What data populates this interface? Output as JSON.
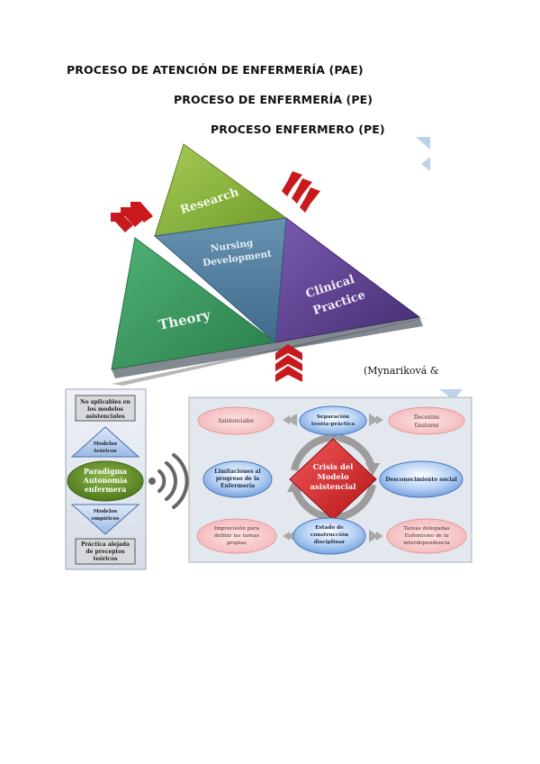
{
  "headings": {
    "pae": "PROCESO DE ATENCIÓN DE ENFERMERÍA (PAE)",
    "pe_enfermeria": "PROCESO DE ENFERMERÍA (PE)",
    "pe_enfermero": "PROCESO ENFERMERO (PE)"
  },
  "triangle": {
    "research": "Research",
    "nursing_development_line1": "Nursing",
    "nursing_development_line2": "Development",
    "clinical_practice_line1": "Clinical",
    "clinical_practice_line2": "Practice",
    "theory": "Theory",
    "colors": {
      "research": "#8dbb3a",
      "center": "#4c7898",
      "clinical": "#5b3f8c",
      "theory": "#3d9a63",
      "chevron": "#c8191d"
    }
  },
  "citation": "(Mynariková &",
  "left_panel": {
    "top_box_line1": "No aplicables en",
    "top_box_line2": "los modelos",
    "top_box_line3": "asistenciales",
    "up_triangle_line1": "Modelos",
    "up_triangle_line2": "teóricos",
    "center_line1": "Paradigma",
    "center_line2": "Autonomía",
    "center_line3": "enfermera",
    "down_triangle_line1": "Modelos",
    "down_triangle_line2": "empíricos",
    "bottom_box_line1": "Práctica alejada",
    "bottom_box_line2": "de preceptos",
    "bottom_box_line3": "teóricos"
  },
  "right_panel": {
    "center_line1": "Crisis del",
    "center_line2": "Modelo",
    "center_line3": "asistencial",
    "top_blue_line1": "Separación",
    "top_blue_line2": "teoría-práctica",
    "left_blue_line1": "Limitaciones al",
    "left_blue_line2": "progreso de la",
    "left_blue_line3": "Enfermería",
    "right_blue": "Desconocimiento social",
    "bottom_blue_line1": "Estado de",
    "bottom_blue_line2": "construcción",
    "bottom_blue_line3": "disciplinar",
    "pink_top_left": "Asistenciales",
    "pink_top_right_line1": "Docentes",
    "pink_top_right_line2": "Gestores",
    "pink_bottom_left_line1": "Imprecisión para",
    "pink_bottom_left_line2": "definir las tareas",
    "pink_bottom_left_line3": "propias",
    "pink_bottom_right_line1": "Tareas delegadas",
    "pink_bottom_right_line2": "Eufemismo de la",
    "pink_bottom_right_line3": "interdependencia"
  }
}
